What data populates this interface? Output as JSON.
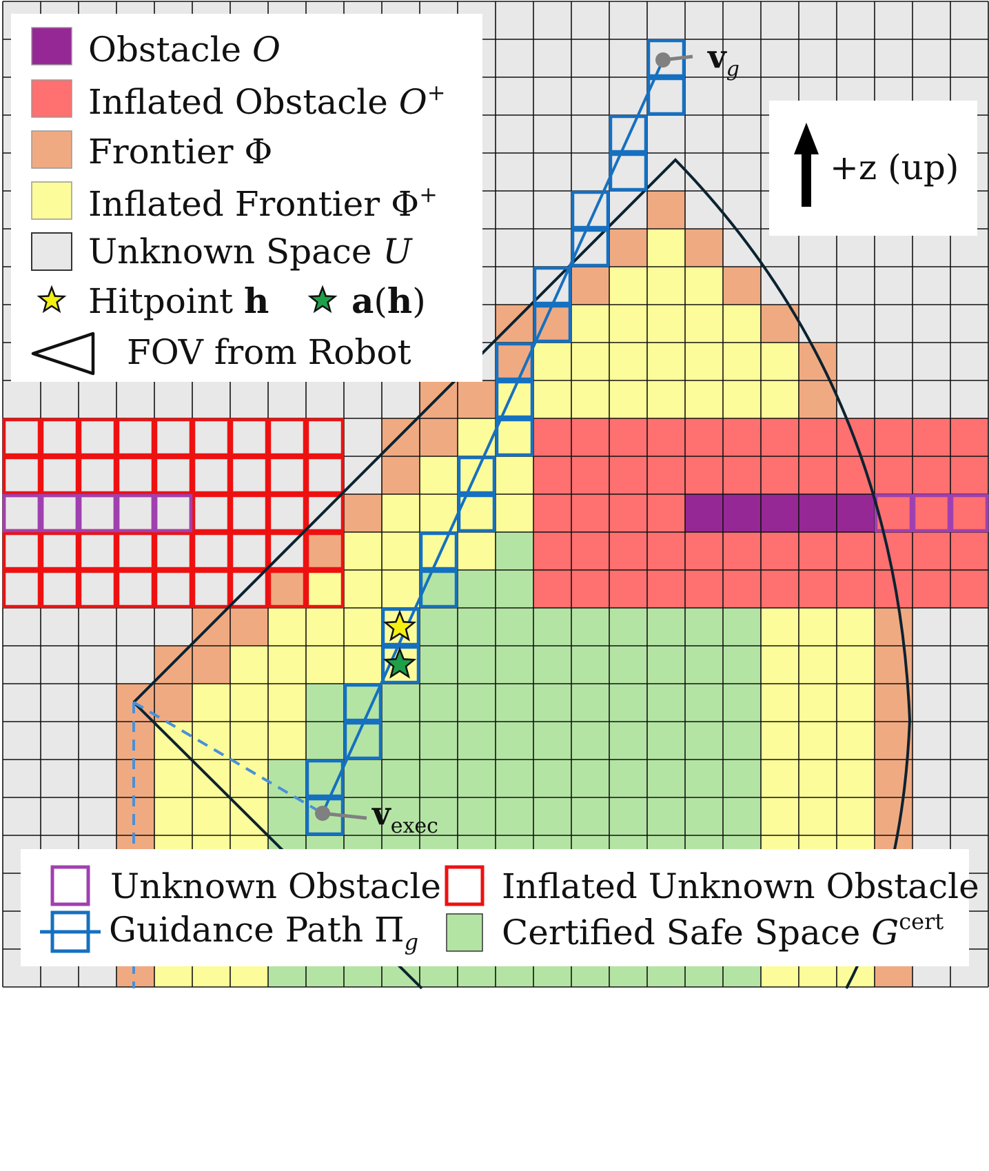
{
  "colors": {
    "unknown": "#e8e8e8",
    "frontier": "#f0aa82",
    "inflated_frontier": "#fcfc9a",
    "certified_safe": "#b4e4a4",
    "inflated_obstacle": "#ff7070",
    "obstacle": "#962896",
    "unknown_obstacle_border": "#a040b0",
    "inflated_unknown_border": "#ee1111",
    "guidance_path": "#1670c0",
    "fov": "#0c2230",
    "hitpoint_star": "#f4f012",
    "a_h_star": "#1ea04a",
    "dashed_ray": "#4a90d8",
    "waypoint_marker": "#808080",
    "grid_line": "#111111"
  },
  "legend_top": {
    "items": [
      {
        "label": "Obstacle ",
        "math": "O",
        "sup": "",
        "sub": "",
        "swatch": "obstacle"
      },
      {
        "label": "Inflated Obstacle ",
        "math": "O",
        "sup": "+",
        "sub": "",
        "swatch": "inflated_obstacle"
      },
      {
        "label": "Frontier Φ",
        "math": "",
        "sup": "",
        "sub": "",
        "swatch": "frontier"
      },
      {
        "label": "Inflated Frontier Φ",
        "math": "",
        "sup": "+",
        "sub": "",
        "swatch": "inflated_frontier"
      },
      {
        "label": "Unknown Space ",
        "math": "U",
        "sup": "",
        "sub": "",
        "swatch": "unknown"
      }
    ],
    "hitpoint_label": "Hitpoint ",
    "hitpoint_symbol": "h",
    "a_h_symbol": "a",
    "a_h_paren_open": "(",
    "a_h_inner": "h",
    "a_h_paren_close": ")",
    "fov_label": "FOV from Robot",
    "fov_icon": "triangle-outline-icon",
    "star_icon": "star-icon"
  },
  "direction": {
    "icon": "up-arrow-icon",
    "text": "+z (up)"
  },
  "points": {
    "goal_symbol": "v",
    "goal_sub": "g",
    "exec_symbol": "v",
    "exec_sub": "exec"
  },
  "legend_bottom": {
    "unknown_obstacle": "Unknown Obstacle",
    "inflated_unknown_obstacle": "Inflated Unknown Obstacle",
    "guidance_path": "Guidance Path Π",
    "guidance_path_sub": "g",
    "certified_safe": "Certified Safe Space ",
    "certified_safe_math": "G",
    "certified_safe_sup": "cert"
  }
}
